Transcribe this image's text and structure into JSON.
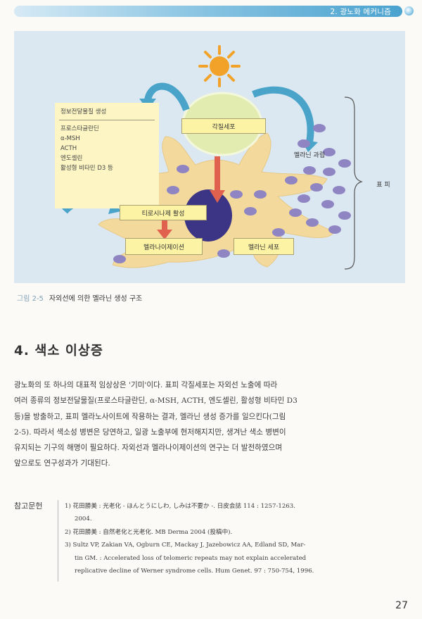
{
  "header": {
    "chapter_title": "2. 광노화 메커니즘"
  },
  "figure": {
    "info_box": {
      "title": "정보전달물질 생성",
      "items": [
        "프로스타글란딘",
        "α-MSH",
        "ACTH",
        "엔도셀린",
        "활성형 비타민 D3 등"
      ]
    },
    "labels": {
      "keratinocyte": "각질세포",
      "melanin_granule": "멜라닌 과립",
      "epidermis": "표 피",
      "tyrosinase": "티로시나제 활성",
      "melanization": "멜라나이제이션",
      "melanocyte": "멜라닌 세포"
    },
    "colors": {
      "background": "#dbe8f1",
      "sun": "#f2a228",
      "keratinocyte_ellipse": "#e2ecb0",
      "melanocyte_body": "#f3d99c",
      "granule": "#8f85c3",
      "nucleus": "#3c3586",
      "red_arrow": "#e0614e",
      "blue_arrow": "#4aa3c9"
    }
  },
  "caption": {
    "number": "그림 2-5",
    "text": "자외선에 의한 멜라닌 생성 구조"
  },
  "section": {
    "title": "4. 색소 이상증"
  },
  "body": {
    "lines": [
      "광노화의 또 하나의 대표적 임상상은 '기미'이다. 표피 각질세포는 자외선 노출에 따라",
      "여러 종류의 정보전달물질(프로스타글란딘, α-MSH, ACTH, 엔도셀린, 활성형 비타민 D3",
      "등)을 방출하고, 표피 멜라노사이트에 작용하는 결과, 멜라닌 생성 증가를 일으킨다(그림",
      "2-5). 따라서 색소성 병변은 당연하고, 일광 노출부에 현저해지지만, 생겨난 색소 병변이",
      "유지되는 기구의 해명이 필요하다. 자외선과 멜라나이제이션의 연구는 더 발전하였으며",
      "앞으로도 연구성과가 기대된다."
    ]
  },
  "references": {
    "label": "참고문헌",
    "lines": [
      {
        "text": "1) 花田勝美 : 光老化 - ほんとうにしわ, しみは不要か -. 日皮会誌 114 : 1257-1263.",
        "indent": false
      },
      {
        "text": "2004.",
        "indent": true
      },
      {
        "text": "2) 花田勝美 : 自然老化と光老化. MB Derma 2004 (投稿中).",
        "indent": false
      },
      {
        "text": "3) Sultz VP, Zakian VA, Ogburn CE, Mackay J, Jazebowicz AA, Edland SD, Mar-",
        "indent": false
      },
      {
        "text": "tin GM. : Accelerated loss of telomeric repeats may not explain accelerated",
        "indent": true
      },
      {
        "text": "replicative decline of Werner syndrome cells. Hum Genet. 97 : 750-754, 1996.",
        "indent": true
      }
    ]
  },
  "page_number": "27"
}
